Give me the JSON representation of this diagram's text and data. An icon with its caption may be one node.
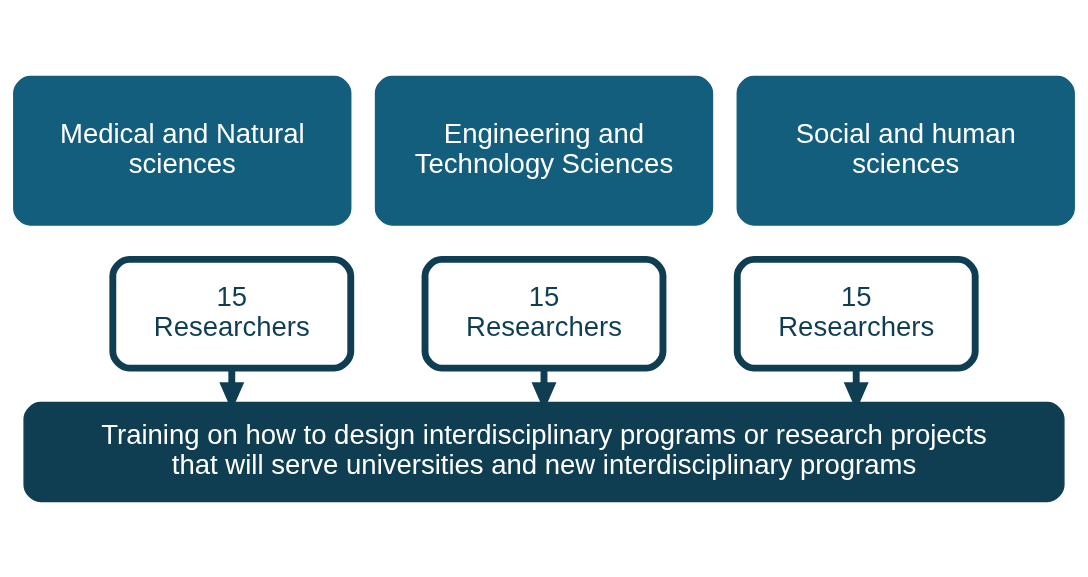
{
  "diagram": {
    "nodes": [
      {
        "text": [
          "Medical and Natural sciences"
        ]
      },
      {
        "text": [
          "Engineering and Technology Sciences"
        ]
      },
      {
        "text": [
          "Social and human sciences"
        ]
      },
      {
        "text": [
          "15 Researchers"
        ]
      },
      {
        "text": [
          "15 Researchers"
        ]
      },
      {
        "text": [
          "15 Researchers"
        ]
      },
      {
        "text": [
          "Training on how to design interdisciplinary programs or research projects that will serve universities and new interdisciplinary programs"
        ]
      }
    ],
    "edges": [
      {
        "from": 3,
        "to": 6,
        "arrow": "to"
      },
      {
        "from": 4,
        "to": 6,
        "arrow": "to"
      },
      {
        "from": 5,
        "to": 6,
        "arrow": "to"
      }
    ]
  }
}
